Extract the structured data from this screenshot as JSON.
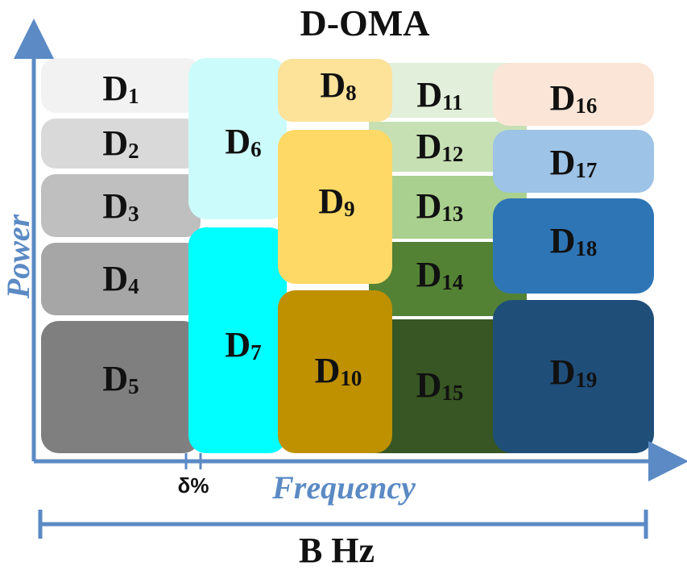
{
  "title": "D-OMA",
  "y_axis_label": "Power",
  "x_axis_label": "Frequency",
  "guard_label": "δ%",
  "bandwidth_label": "B Hz",
  "colors": {
    "axis": "#5b8ac4",
    "axis_text": "#5b8ac4",
    "text": "#111111"
  },
  "blocks": [
    {
      "base": "D",
      "sub": "1",
      "color": "#f2f2f2"
    },
    {
      "base": "D",
      "sub": "2",
      "color": "#d9d9d9"
    },
    {
      "base": "D",
      "sub": "3",
      "color": "#bfbfbf"
    },
    {
      "base": "D",
      "sub": "4",
      "color": "#a6a6a6"
    },
    {
      "base": "D",
      "sub": "5",
      "color": "#7f7f7f"
    },
    {
      "base": "D",
      "sub": "6",
      "color": "#ccfbfb"
    },
    {
      "base": "D",
      "sub": "7",
      "color": "#00ffff"
    },
    {
      "base": "D",
      "sub": "8",
      "color": "#fde29a"
    },
    {
      "base": "D",
      "sub": "9",
      "color": "#ffd966"
    },
    {
      "base": "D",
      "sub": "10",
      "color": "#bf9000"
    },
    {
      "base": "D",
      "sub": "11",
      "color": "#e2efda"
    },
    {
      "base": "D",
      "sub": "12",
      "color": "#c6e0b4"
    },
    {
      "base": "D",
      "sub": "13",
      "color": "#a9d08e"
    },
    {
      "base": "D",
      "sub": "14",
      "color": "#548235"
    },
    {
      "base": "D",
      "sub": "15",
      "color": "#375623"
    },
    {
      "base": "D",
      "sub": "16",
      "color": "#fbe5d6"
    },
    {
      "base": "D",
      "sub": "17",
      "color": "#9dc3e6"
    },
    {
      "base": "D",
      "sub": "18",
      "color": "#2e75b6"
    },
    {
      "base": "D",
      "sub": "19",
      "color": "#1f4e79"
    }
  ]
}
